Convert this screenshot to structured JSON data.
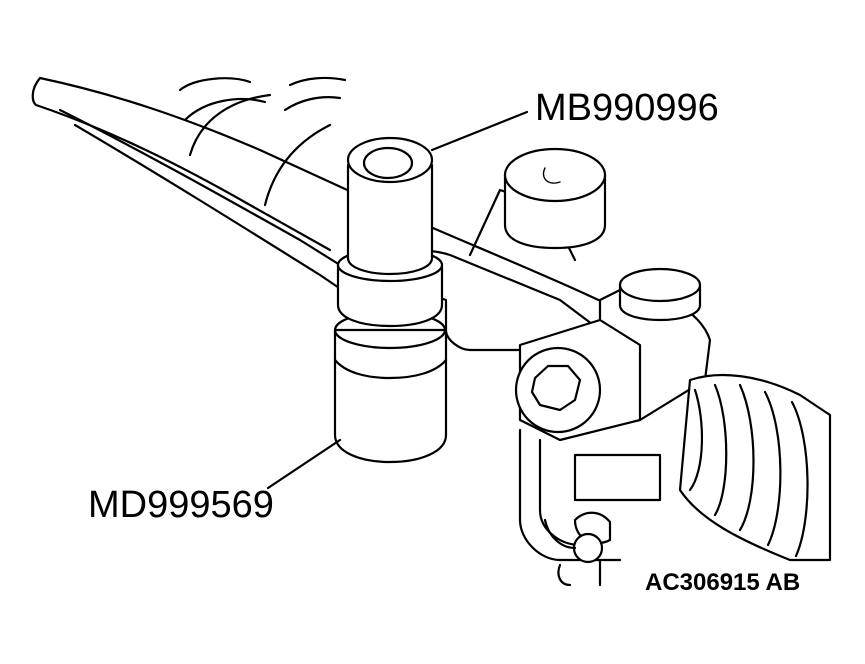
{
  "callouts": {
    "upper_tool": "MB990996",
    "lower_tool": "MD999569"
  },
  "figure_code": "AC306915 AB",
  "colors": {
    "line": "#000000",
    "background": "#ffffff"
  }
}
